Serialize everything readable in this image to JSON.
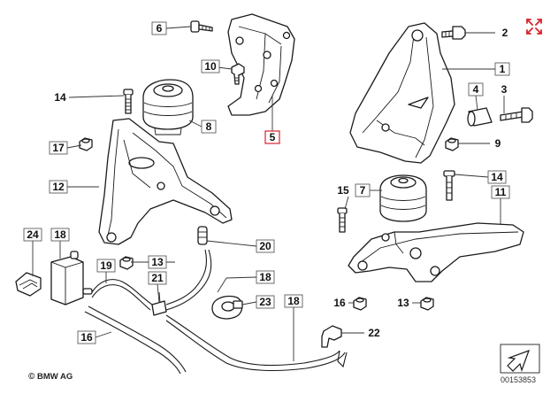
{
  "callouts": [
    {
      "id": "c1",
      "label": "1"
    },
    {
      "id": "c2",
      "label": "2"
    },
    {
      "id": "c3",
      "label": "3"
    },
    {
      "id": "c4",
      "label": "4"
    },
    {
      "id": "c5",
      "label": "5"
    },
    {
      "id": "c6",
      "label": "6"
    },
    {
      "id": "c7",
      "label": "7"
    },
    {
      "id": "c8",
      "label": "8"
    },
    {
      "id": "c9",
      "label": "9"
    },
    {
      "id": "c10",
      "label": "10"
    },
    {
      "id": "c11",
      "label": "11"
    },
    {
      "id": "c12",
      "label": "12"
    },
    {
      "id": "c13a",
      "label": "13"
    },
    {
      "id": "c13b",
      "label": "13"
    },
    {
      "id": "c14a",
      "label": "14"
    },
    {
      "id": "c14b",
      "label": "14"
    },
    {
      "id": "c15",
      "label": "15"
    },
    {
      "id": "c16a",
      "label": "16"
    },
    {
      "id": "c16b",
      "label": "16"
    },
    {
      "id": "c17",
      "label": "17"
    },
    {
      "id": "c18a",
      "label": "18"
    },
    {
      "id": "c18b",
      "label": "18"
    },
    {
      "id": "c18c",
      "label": "18"
    },
    {
      "id": "c19",
      "label": "19"
    },
    {
      "id": "c20",
      "label": "20"
    },
    {
      "id": "c21",
      "label": "21"
    },
    {
      "id": "c22",
      "label": "22"
    },
    {
      "id": "c23",
      "label": "23"
    },
    {
      "id": "c24",
      "label": "24"
    }
  ],
  "copyright": "BMW AG",
  "copyright_symbol": "©",
  "diagram_number": "00153853",
  "icons": {
    "expand": "expand-arrows-icon",
    "navigate": "next-diagram-arrow-icon"
  },
  "colors": {
    "line": "#1a1a1a",
    "highlight_border": "#d9232d",
    "expand_icon": "#d9232d"
  }
}
